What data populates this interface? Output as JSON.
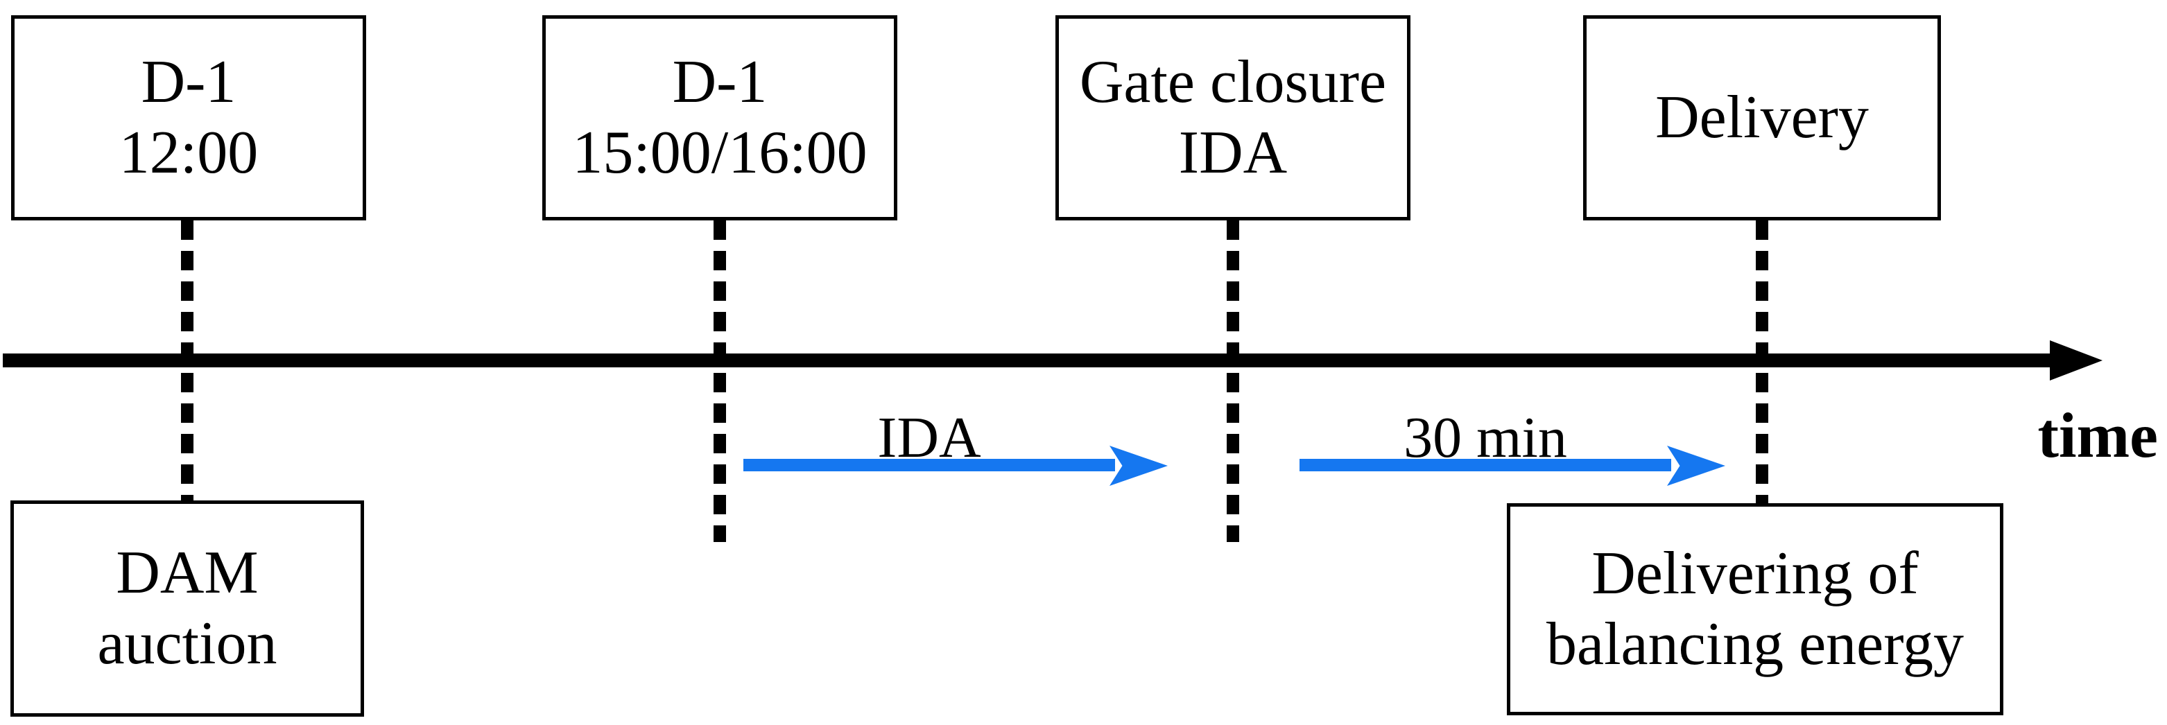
{
  "colors": {
    "background": "#ffffff",
    "line": "#000000",
    "flow_arrow": "#1577f0"
  },
  "timeline": {
    "axis_label": "time"
  },
  "top_boxes": [
    {
      "lines": [
        "D-1",
        "12:00"
      ]
    },
    {
      "lines": [
        "D-1",
        "15:00/16:00"
      ]
    },
    {
      "lines": [
        "Gate closure",
        "IDA"
      ]
    },
    {
      "lines": [
        "Delivery"
      ]
    }
  ],
  "bottom_boxes": [
    {
      "lines": [
        "DAM",
        "auction"
      ]
    },
    {
      "lines": [
        "Delivering of",
        "balancing energy"
      ]
    }
  ],
  "flow_arrows": [
    {
      "label": "IDA"
    },
    {
      "label": "30 min"
    }
  ]
}
